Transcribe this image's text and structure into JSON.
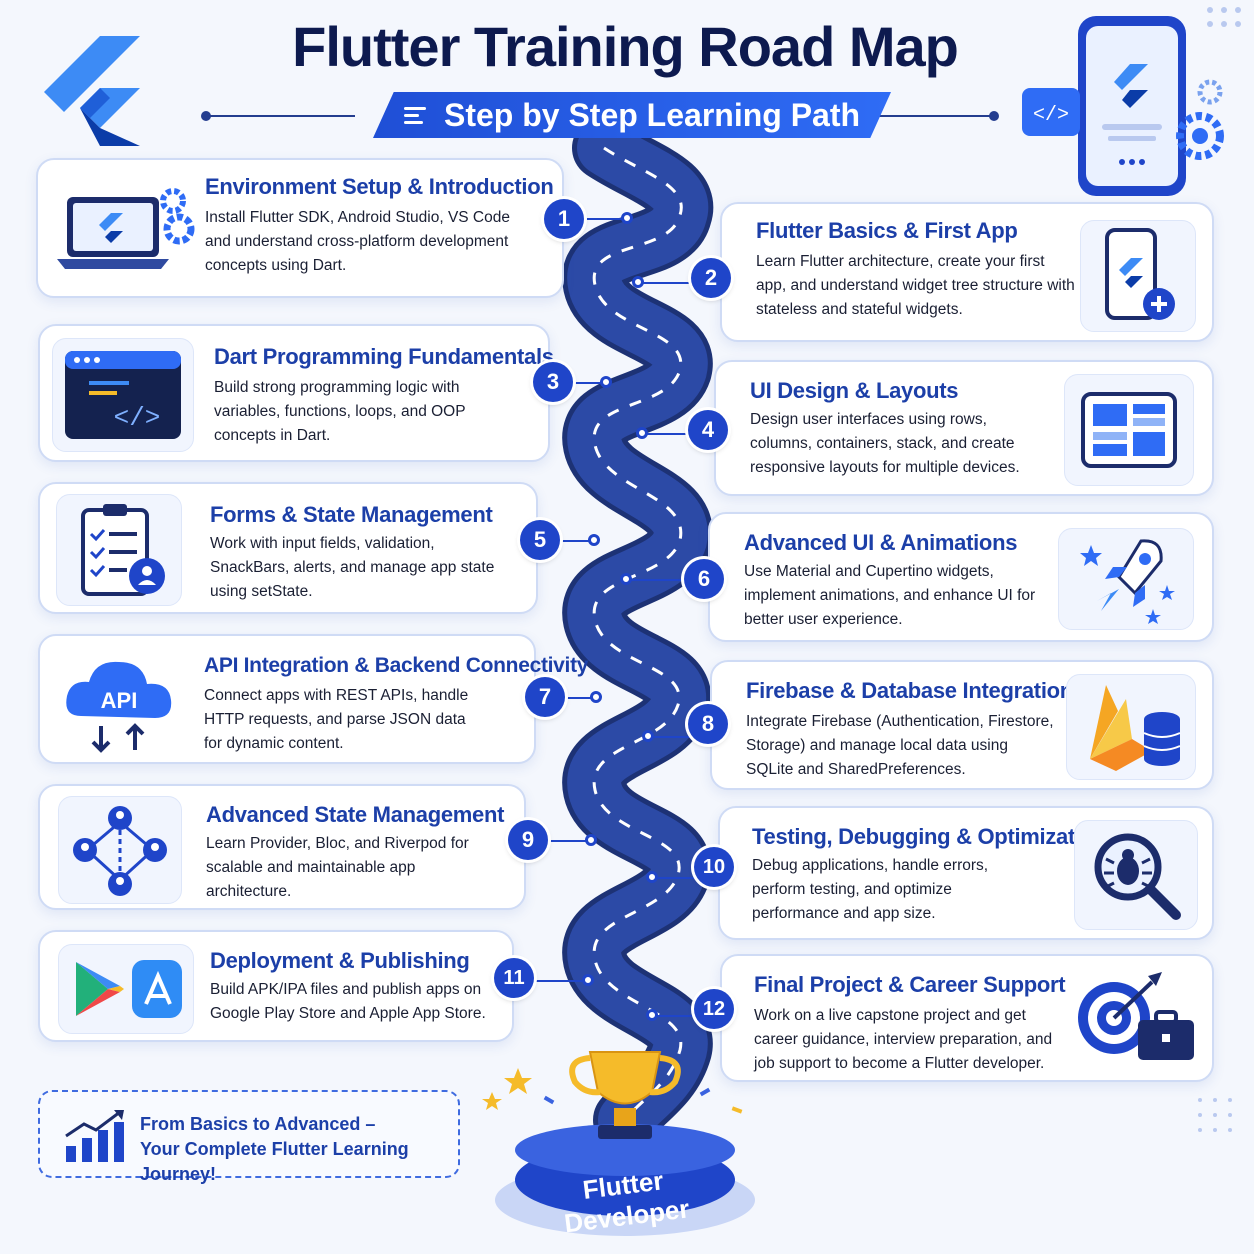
{
  "header": {
    "title": "Flutter Training Road Map",
    "subtitle": "Step by Step Learning Path"
  },
  "steps": [
    {
      "num": "1",
      "title": "Environment Setup & Introduction",
      "desc": "Install Flutter SDK, Android Studio, VS Code and understand cross-platform development concepts using Dart.",
      "icon": "laptop-gear-icon"
    },
    {
      "num": "2",
      "title": "Flutter Basics & First App",
      "desc": "Learn Flutter architecture, create your first app, and understand widget tree structure with stateless and stateful widgets.",
      "icon": "phone-plus-icon"
    },
    {
      "num": "3",
      "title": "Dart Programming Fundamentals",
      "desc": "Build strong programming logic with variables, functions, loops, and OOP concepts in Dart.",
      "icon": "code-window-icon"
    },
    {
      "num": "4",
      "title": "UI Design & Layouts",
      "desc": "Design user interfaces using rows, columns, containers, stack, and create responsive layouts for multiple devices.",
      "icon": "layout-tablet-icon"
    },
    {
      "num": "5",
      "title": "Forms & State Management",
      "desc": "Work with input fields, validation, SnackBars, alerts, and manage app state using setState.",
      "icon": "clipboard-user-icon"
    },
    {
      "num": "6",
      "title": "Advanced UI & Animations",
      "desc": "Use Material and Cupertino widgets, implement animations, and enhance UI for better user experience.",
      "icon": "rocket-icon"
    },
    {
      "num": "7",
      "title": "API Integration & Backend Connectivity",
      "desc": "Connect apps with REST APIs, handle HTTP requests, and parse JSON data for dynamic content.",
      "icon": "api-cloud-icon",
      "icon_text": "API"
    },
    {
      "num": "8",
      "title": "Firebase & Database Integration",
      "desc": "Integrate Firebase (Authentication, Firestore, Storage) and manage local data using SQLite and SharedPreferences.",
      "icon": "firebase-database-icon"
    },
    {
      "num": "9",
      "title": "Advanced State Management",
      "desc": "Learn Provider, Bloc, and Riverpod for scalable and maintainable app architecture.",
      "icon": "network-users-icon"
    },
    {
      "num": "10",
      "title": "Testing, Debugging & Optimization",
      "desc": "Debug applications, handle errors, perform testing, and optimize performance and app size.",
      "icon": "bug-magnifier-icon"
    },
    {
      "num": "11",
      "title": "Deployment & Publishing",
      "desc": "Build APK/IPA files and publish apps on Google Play Store and Apple App Store.",
      "icon": "app-stores-icon"
    },
    {
      "num": "12",
      "title": "Final Project & Career Support",
      "desc": "Work on a live capstone project and get career guidance, interview preparation, and job support to become a Flutter developer.",
      "icon": "target-briefcase-icon"
    }
  ],
  "footer": {
    "journey_line1": "From Basics to Advanced –",
    "journey_line2": "Your Complete Flutter Learning Journey!",
    "podium_label": "Flutter Developer"
  },
  "colors": {
    "primary": "#1f45c9",
    "road": "#243d8f",
    "title": "#0d1a4f",
    "card_title": "#1c3fa8",
    "background": "#f4f7fd"
  }
}
